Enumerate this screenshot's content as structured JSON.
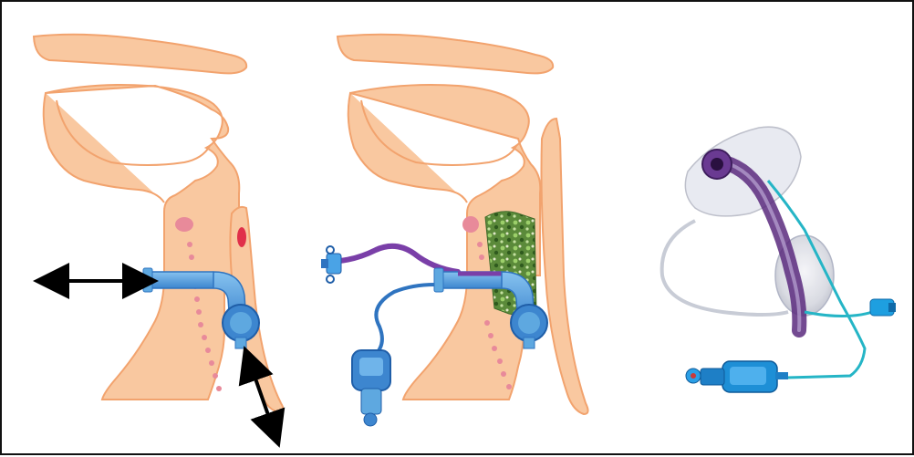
{
  "figure": {
    "panels": [
      {
        "id": "panel-standard",
        "content": "anatomical-cross-section-with-tracheostomy-tube",
        "arrows": 2
      },
      {
        "id": "panel-subglottic",
        "content": "anatomical-cross-section-with-suction-tube-and-secretions",
        "arrows": 0
      },
      {
        "id": "panel-photo",
        "content": "tracheostomy-tube-product"
      }
    ],
    "colors": {
      "tissue": "#f9c8a0",
      "tissue_outline": "#f2a36e",
      "tube_blue": "#5ea8e0",
      "tube_dark": "#2f74c0",
      "suction_purple": "#7a3fa8",
      "secretion_green": "#5b8a3a",
      "mucosa_pink": "#e88a9a",
      "vessel_red": "#e0304a",
      "border": "#111111"
    },
    "icons": [
      "double-arrow-horizontal-icon",
      "double-arrow-diagonal-icon"
    ]
  }
}
